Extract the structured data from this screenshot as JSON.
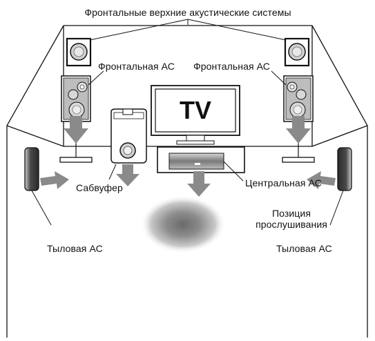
{
  "labels": {
    "front_high": "Фронтальные верхние акустические системы",
    "front_left": "Фронтальная АС",
    "front_right": "Фронтальная АС",
    "tv": "TV",
    "subwoofer": "Сабвуфер",
    "center": "Центральная АС",
    "listening_line1": "Позиция",
    "listening_line2": "прослушивания",
    "rear_left": "Тыловая АС",
    "rear_right": "Тыловая АС"
  },
  "colors": {
    "line": "#111111",
    "arrow": "#8a8a8a",
    "speaker_dark": "#3a3a3a",
    "speaker_mid": "#bdbdbd",
    "listening_zone": "#7a7a7a"
  }
}
